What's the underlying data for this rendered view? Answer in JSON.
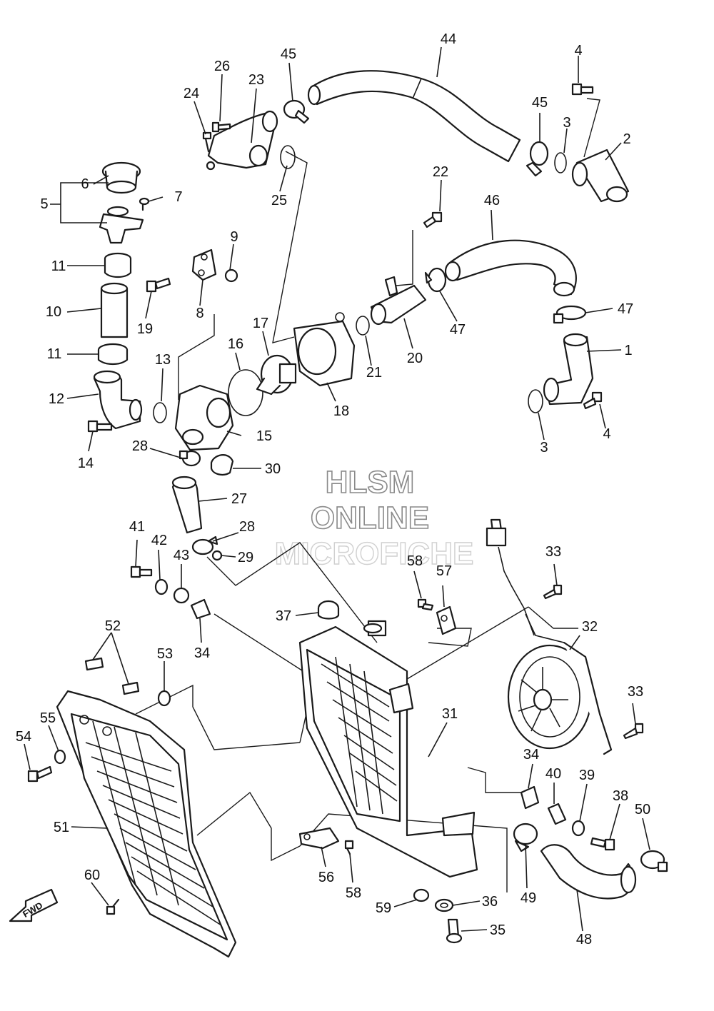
{
  "watermark": {
    "line1": "HLSM",
    "line2": "ONLINE",
    "line3": "MICROFICHE"
  },
  "fwd_label": "FWD",
  "callouts": [
    "1",
    "2",
    "3",
    "3",
    "4",
    "4",
    "5",
    "6",
    "7",
    "8",
    "9",
    "10",
    "11",
    "11",
    "12",
    "13",
    "14",
    "15",
    "16",
    "17",
    "18",
    "19",
    "20",
    "21",
    "22",
    "23",
    "24",
    "25",
    "26",
    "27",
    "28",
    "28",
    "29",
    "30",
    "31",
    "32",
    "33",
    "33",
    "34",
    "34",
    "35",
    "36",
    "37",
    "38",
    "39",
    "40",
    "41",
    "42",
    "43",
    "44",
    "45",
    "45",
    "46",
    "47",
    "47",
    "48",
    "49",
    "50",
    "51",
    "52",
    "53",
    "54",
    "55",
    "56",
    "57",
    "58",
    "58",
    "59",
    "60"
  ]
}
